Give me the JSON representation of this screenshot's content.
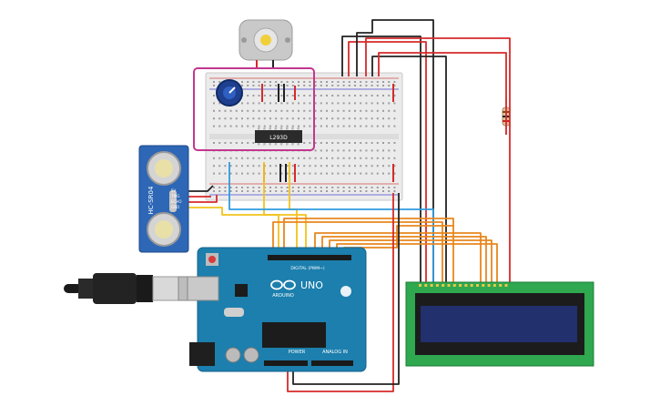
{
  "components": {
    "arduino": {
      "logo_text": "ARDUINO",
      "model": "UNO",
      "digital_label": "DIGITAL (PWM~)",
      "power_label": "POWER",
      "analog_label": "ANALOG IN"
    },
    "ultrasonic": {
      "model": "HC-SR04",
      "pins": [
        "5V",
        "TRIG",
        "ECHO",
        "GND"
      ]
    },
    "motor_driver": {
      "chip_label": "L293D"
    },
    "lcd": {
      "type": "16x2 character LCD"
    }
  },
  "colors": {
    "wire_red": "#d62a2a",
    "wire_black": "#222222",
    "wire_orange": "#e8871e",
    "wire_yellow": "#f2c21b",
    "wire_blue": "#2f9be0",
    "highlight": "#c2378f",
    "arduino_blue": "#1c7fad",
    "lcd_green": "#2fa84f",
    "lcd_screen": "#1e2a5e",
    "breadboard": "#e9e9e9",
    "sensor_blue": "#2e67b5"
  }
}
